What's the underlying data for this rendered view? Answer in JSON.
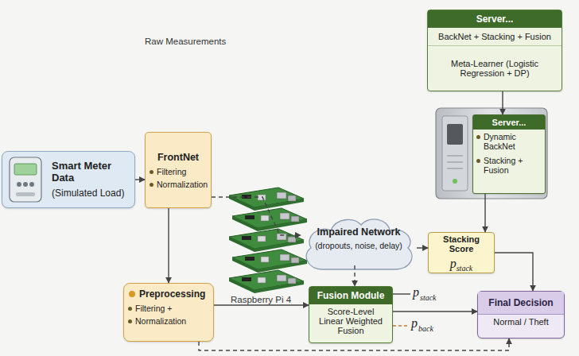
{
  "diagram": {
    "nodes": [
      {
        "text": [
          "Server...",
          "BackNet + Stacking + Fusion",
          "Meta-Learner (Logistic Regression + DP)"
        ]
      },
      {
        "text": [
          "Server...",
          "Dynamic BackNet",
          "Stacking + Fusion"
        ]
      },
      {
        "text": [
          "Smart Meter Data",
          "(Simulated Load)"
        ]
      },
      {
        "text": [
          "FrontNet",
          "Filtering",
          "Normalization"
        ]
      },
      {
        "text": [
          "Impaired Network",
          "(dropouts, noise, delay)"
        ]
      },
      {
        "text": [
          "Stacking Score",
          "p",
          "stack"
        ]
      },
      {
        "text": [
          "Preprocessing",
          "Filtering +",
          "Normalization"
        ]
      },
      {
        "text": [
          "Fusion Module",
          "Score-Level Linear Weighted Fusion"
        ]
      },
      {
        "text": [
          "Final Decision",
          "Normal / Theft"
        ]
      }
    ],
    "edges": [
      {
        "from": 0,
        "to": 1,
        "arrow": "to"
      },
      {
        "from": 2,
        "to": 3,
        "arrow": "to"
      },
      {
        "from": 3,
        "to": 4,
        "arrow": "to"
      },
      {
        "from": 4,
        "to": 5,
        "arrow": "to"
      },
      {
        "from": 1,
        "to": 5,
        "arrow": "to"
      },
      {
        "from": 5,
        "to": 8,
        "arrow": "to"
      },
      {
        "from": 3,
        "to": 6,
        "arrow": "to"
      },
      {
        "from": 6,
        "to": 7,
        "arrow": "to"
      },
      {
        "from": 4,
        "to": 7,
        "arrow": "to"
      },
      {
        "from": 7,
        "to": 8,
        "arrow": "to"
      },
      {
        "from": 6,
        "to": 8,
        "arrow": "to"
      }
    ],
    "labels": [
      "Raw Measurements",
      "Raspberry Pi 4",
      "p",
      "stack",
      "p",
      "back"
    ]
  }
}
